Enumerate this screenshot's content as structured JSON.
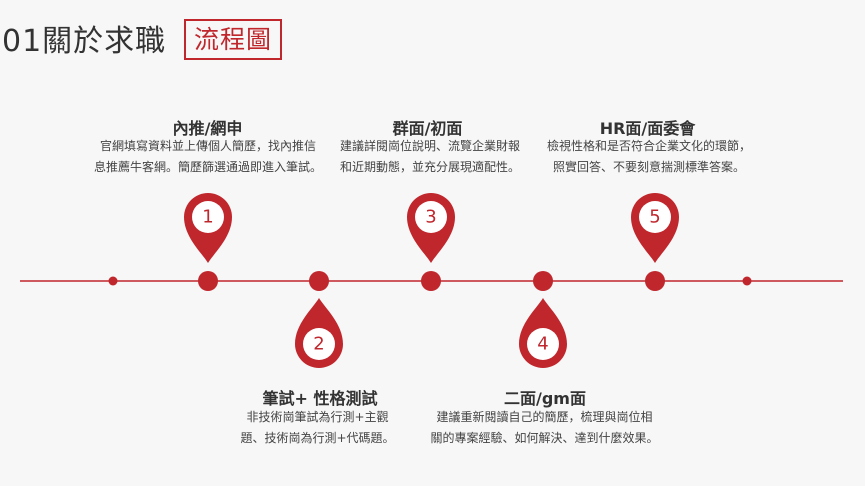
{
  "header": {
    "title": "01關於求職",
    "badge": "流程圖"
  },
  "colors": {
    "accent": "#c0272d",
    "line": "#c0272d",
    "text": "#333333"
  },
  "steps": [
    {
      "number": "1",
      "title": "內推/網申",
      "desc1": "官網填寫資料並上傳個人簡歷，找內推信",
      "desc2": "息推薦牛客網。簡歷篩選通過即進入筆試。"
    },
    {
      "number": "2",
      "title": "筆試+ 性格測試",
      "desc1": "非技術崗筆試為行測+主觀",
      "desc2": "題、技術崗為行測+代碼題。"
    },
    {
      "number": "3",
      "title": "群面/初面",
      "desc1": "建議詳閱崗位說明、流覽企業財報",
      "desc2": "和近期動態，並充分展現適配性。"
    },
    {
      "number": "4",
      "title": "二面/gm面",
      "desc1": "建議重新閱讀自己的簡歷，梳理與崗位相",
      "desc2": "關的專案經驗、如何解決、達到什麼效果。"
    },
    {
      "number": "5",
      "title": "HR面/面委會",
      "desc1": "檢視性格和是否符合企業文化的環節，",
      "desc2": "照實回答、不要刻意揣測標準答案。"
    }
  ]
}
